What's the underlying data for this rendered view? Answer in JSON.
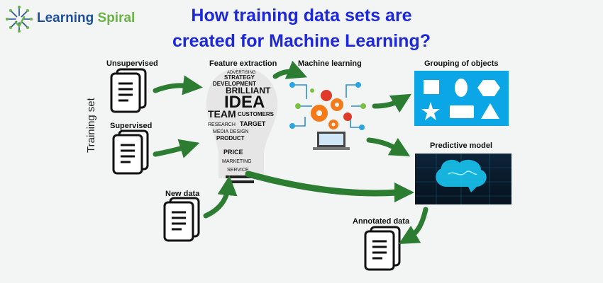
{
  "brand": {
    "name_part1": "Learning",
    "name_part2": "Spiral",
    "icon": "spiral-logo-icon"
  },
  "title": {
    "line1": "How training data sets are",
    "line2": "created for Machine Learning?"
  },
  "labels": {
    "unsupervised": "Unsupervised",
    "supervised": "Supervised",
    "training_set": "Training set",
    "new_data": "New data",
    "feature_extraction": "Feature extraction",
    "machine_learning": "Machine learning",
    "grouping": "Grouping of objects",
    "predictive_model": "Predictive model",
    "annotated_data": "Annotated data"
  },
  "word_cloud": [
    "ADVERTISING",
    "STRATEGY",
    "DEVELOPMENT",
    "BRILLIANT",
    "IDEA",
    "TEAM",
    "CUSTOMERS",
    "TARGET",
    "RESEARCH",
    "MEDIA",
    "DESIGN",
    "PRICE",
    "PRODUCT",
    "SERVICE",
    "MARKETING"
  ],
  "colors": {
    "title": "#1c28d9",
    "brand_blue": "#1d4f9b",
    "brand_green": "#6ab245",
    "arrow_green": "#2c7d32",
    "shapes_bg": "#0aa6e6"
  },
  "icons": [
    "document-stack-icon",
    "lightbulb-word-cloud-icon",
    "gears-network-icon",
    "shapes-icon",
    "brain-icon"
  ]
}
